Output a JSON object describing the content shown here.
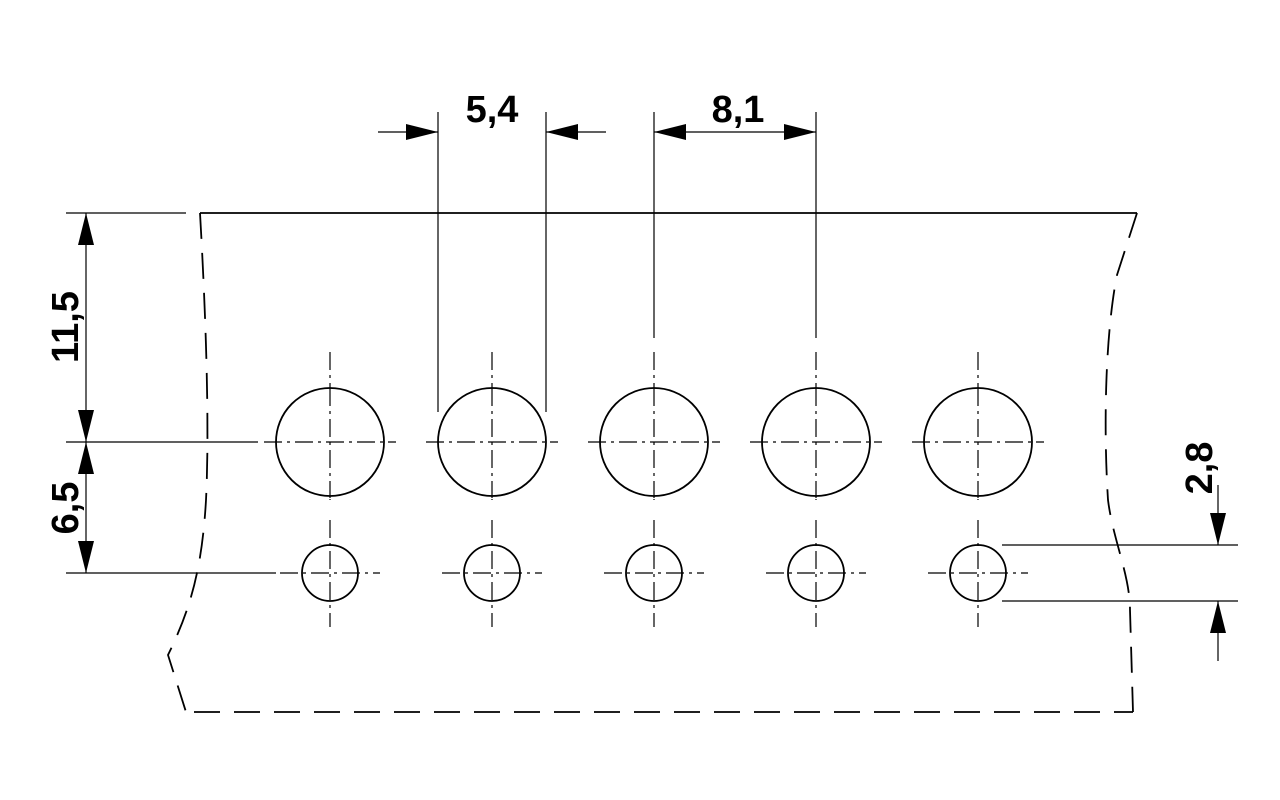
{
  "dimensions": {
    "pitch_label": "5,4",
    "offset_label": "8,1",
    "height_top_label": "11,5",
    "height_bottom_label": "6,5",
    "small_hole_label": "2,8"
  },
  "holes": {
    "large_count": 5,
    "small_count": 5
  }
}
